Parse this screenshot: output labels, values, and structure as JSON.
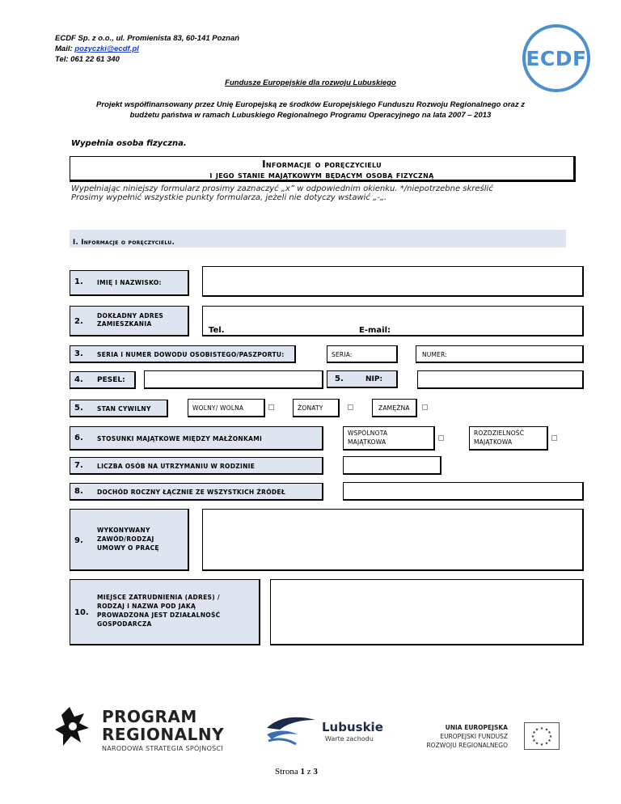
{
  "header": {
    "company_line": "ECDF Sp. z o.o., ul. Promienista 83, 60-141 Poznań",
    "mail_label": "Mail: ",
    "mail_value": "pozyczki@ecdf.pl",
    "tel_line": "Tel: 061 22 61 340",
    "logo_text": "ECDF"
  },
  "funding": {
    "title": "Fundusze Europejskie dla rozwoju Lubuskiego",
    "line1": "Projekt współfinansowany przez Unię Europejską ze środków Europejskiego Funduszu Rozwoju Regionalnego oraz z",
    "line2": "budżetu państwa w ramach Lubuskiego Regionalnego Programu Operacyjnego na lata 2007 – 2013"
  },
  "form": {
    "filled_by": "Wypełnia osoba fizyczna.",
    "title_line1": "Informacje o poręczycielu",
    "title_line2": "i jego stanie majątkowym będącym osobą fizyczną",
    "note1": "Wypełniając niniejszy formularz prosimy zaznaczyć „x” w odpowiednim okienku. */niepotrzebne skreślić",
    "note2": "Prosimy wypełnić wszystkie punkty formularza, jeżeli nie dotyczy wstawić „-„.",
    "section_title": "I. Informacje o poręczycielu."
  },
  "fields": {
    "f1_num": "1.",
    "f1_label": "imię i nazwisko:",
    "f2_num": "2.",
    "f2_label": "dokładny adres zamieszkania",
    "f2_tel": "Tel.",
    "f2_email": "E-mail:",
    "f3_num": "3.",
    "f3_label": "Seria i numer dowodu osobistego/paszportu:",
    "f3_seria": "Seria:",
    "f3_numer": "Numer:",
    "f4_num": "4.",
    "f4_label": "PESEL:",
    "f5nip_num": "5.",
    "f5nip_label": "NIP:",
    "f5_num": "5.",
    "f5_label": "Stan cywilny",
    "f5_opt1": "Wolny/ wolna",
    "f5_opt2": "Żonaty",
    "f5_opt3": "Zamężna",
    "f6_num": "6.",
    "f6_label": "Stosunki majątkowe między małżonkami",
    "f6_opt1a": "Wspólnota",
    "f6_opt1b": "majątkowa",
    "f6_opt2a": "Rozdzielność",
    "f6_opt2b": "majątkowa",
    "f7_num": "7.",
    "f7_label": "Liczba osób na utrzymaniu w rodzinie",
    "f8_num": "8.",
    "f8_label": "Dochód roczny łącznie ze wszystkich źródeł",
    "f9_num": "9.",
    "f9_label1": "wykonywany",
    "f9_label2": "zawód/rodzaj",
    "f9_label3": "umowy o pracę",
    "f10_num": "10.",
    "f10_label1": "miejsce zatrudnienia (adres) /",
    "f10_label2": "rodzaj i nazwa pod jaką",
    "f10_label3": "prowadzona jest działalność",
    "f10_label4": "gospodarcza"
  },
  "footer": {
    "program_line1": "PROGRAM",
    "program_line2": "REGIONALNY",
    "program_line3": "NARODOWA STRATEGIA SPÓJNOŚCI",
    "lubuskie_name": "Lubuskie",
    "lubuskie_slogan": "Warte zachodu",
    "ue_line1": "UNIA EUROPEJSKA",
    "ue_line2": "EUROPEJSKI FUNDUSZ",
    "ue_line3": "ROZWOJU REGIONALNEGO",
    "page_prefix": "Strona ",
    "page_current": "1",
    "page_sep": " z ",
    "page_total": "3"
  }
}
